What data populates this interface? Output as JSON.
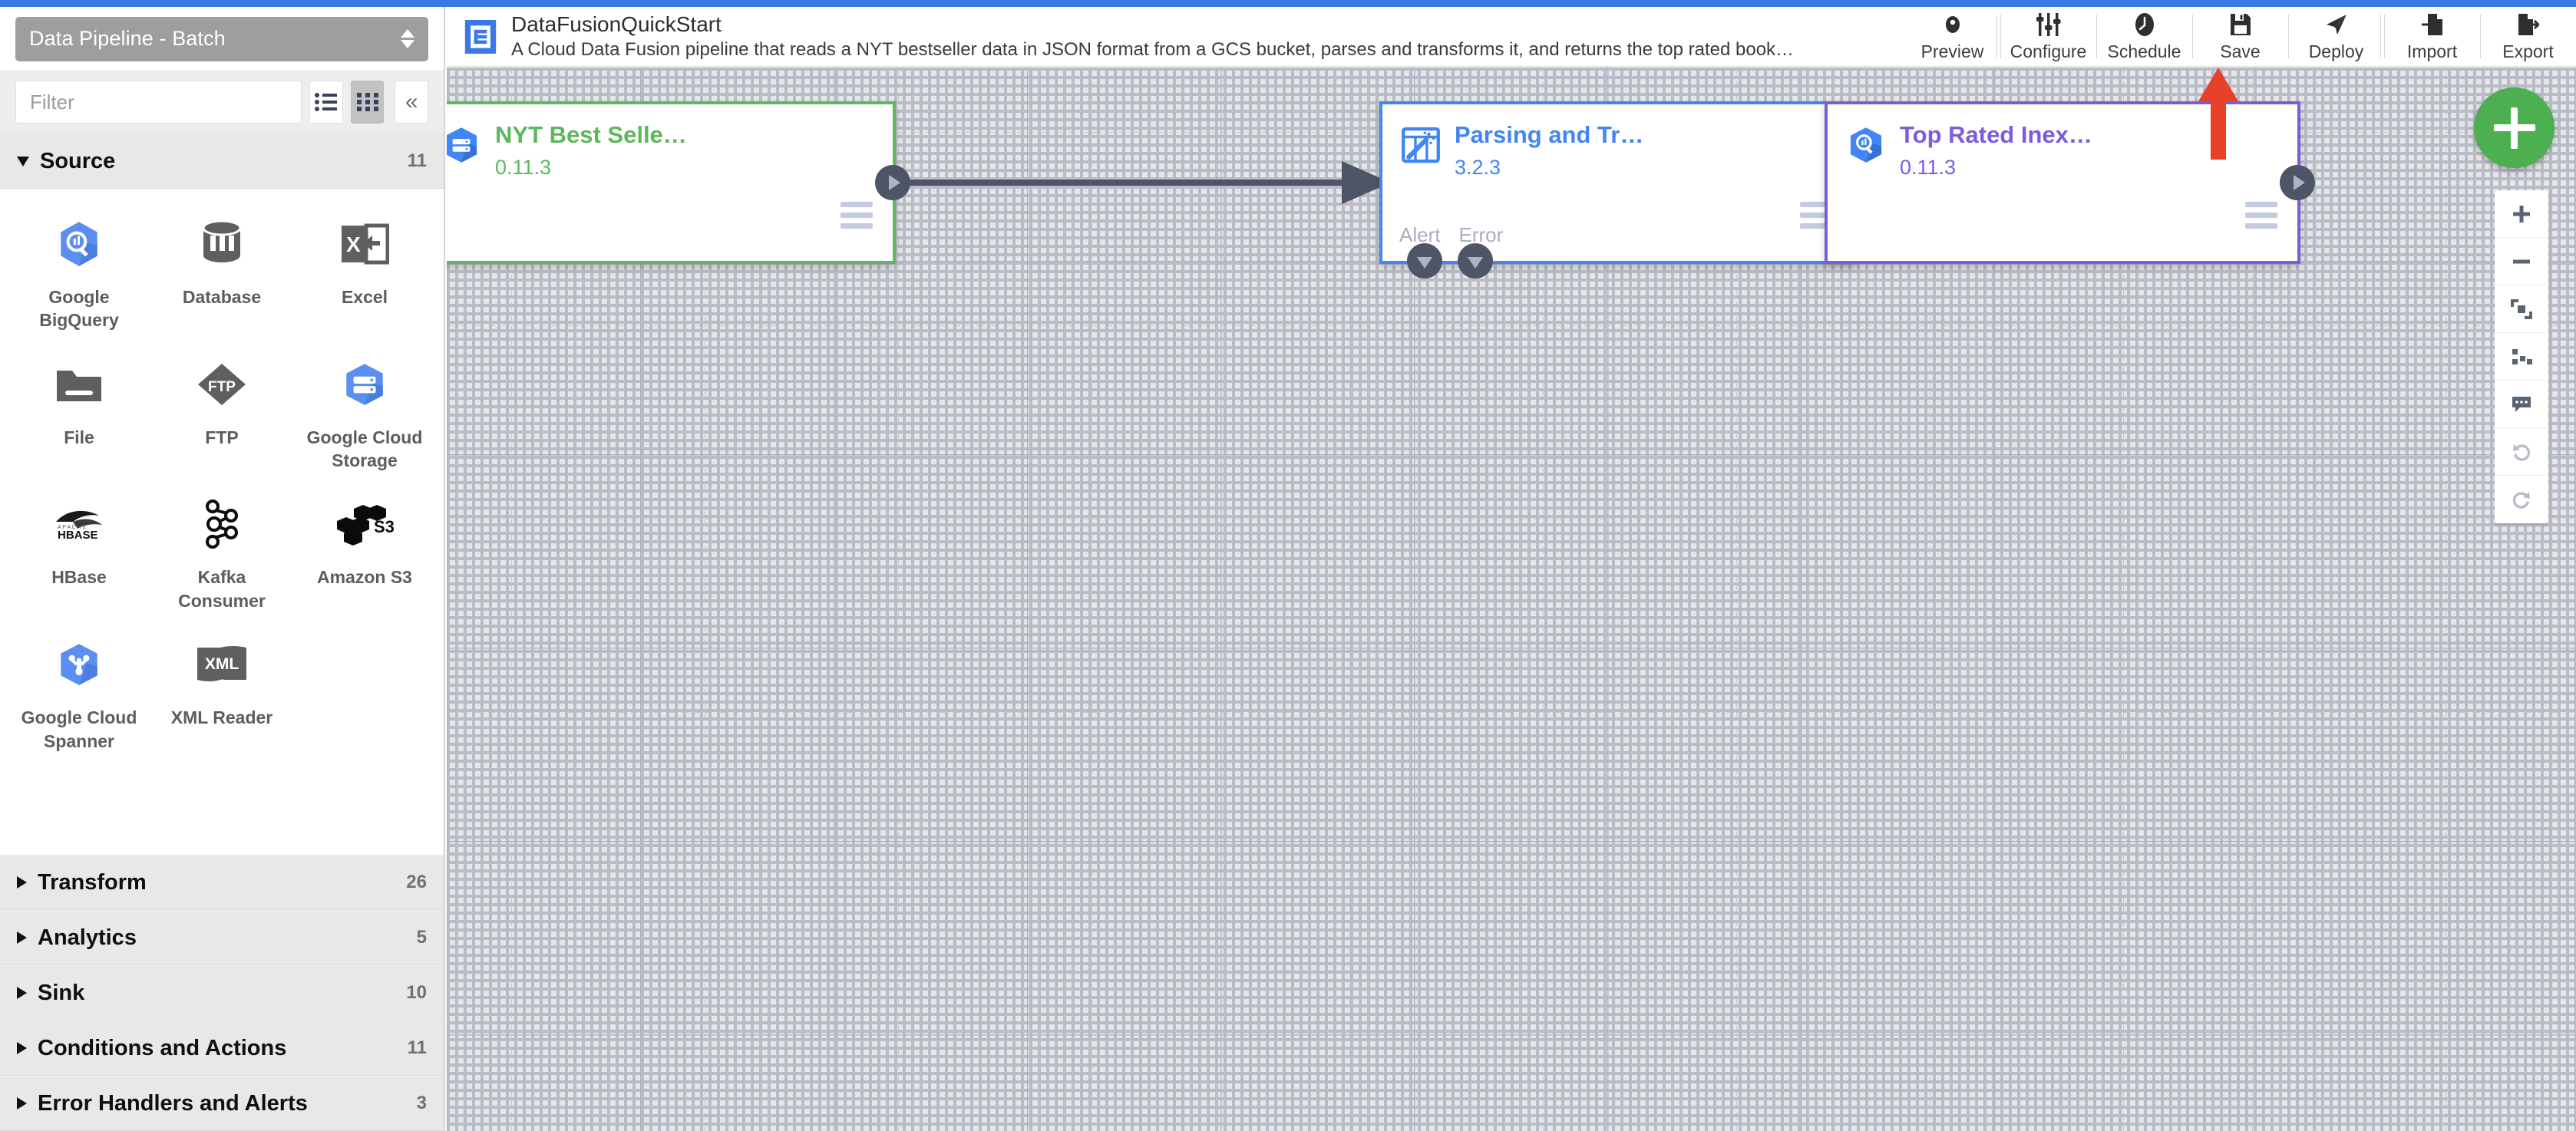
{
  "theme": {
    "accent_blue": "#3b78e7",
    "fab_green": "#4caf50",
    "node_source_green": "#5cb85c",
    "node_transform_blue": "#4285f4",
    "node_sink_purple": "#7c5cde",
    "annotation_red": "#e8412a",
    "canvas_bg": "#e4e6e8"
  },
  "left_panel": {
    "artifact_select": {
      "value": "Data Pipeline - Batch"
    },
    "filter": {
      "placeholder": "Filter",
      "value": ""
    },
    "view_toggle": {
      "list_label": "list-view",
      "grid_label": "grid-view",
      "active": "grid"
    },
    "collapse_label": "«",
    "categories": [
      {
        "name": "Source",
        "count": "11",
        "expanded": true
      },
      {
        "name": "Transform",
        "count": "26",
        "expanded": false
      },
      {
        "name": "Analytics",
        "count": "5",
        "expanded": false
      },
      {
        "name": "Sink",
        "count": "10",
        "expanded": false
      },
      {
        "name": "Conditions and Actions",
        "count": "11",
        "expanded": false
      },
      {
        "name": "Error Handlers and Alerts",
        "count": "3",
        "expanded": false
      }
    ],
    "source_plugins": [
      {
        "name": "Google BigQuery",
        "icon": "google-bigquery-icon"
      },
      {
        "name": "Database",
        "icon": "database-icon"
      },
      {
        "name": "Excel",
        "icon": "excel-icon"
      },
      {
        "name": "File",
        "icon": "file-folder-icon"
      },
      {
        "name": "FTP",
        "icon": "ftp-icon"
      },
      {
        "name": "Google Cloud Storage",
        "icon": "google-cloud-storage-icon"
      },
      {
        "name": "HBase",
        "icon": "hbase-icon"
      },
      {
        "name": "Kafka Consumer",
        "icon": "kafka-icon"
      },
      {
        "name": "Amazon S3",
        "icon": "amazon-s3-icon"
      },
      {
        "name": "Google Cloud Spanner",
        "icon": "google-cloud-spanner-icon"
      },
      {
        "name": "XML Reader",
        "icon": "xml-reader-icon"
      }
    ]
  },
  "header": {
    "logo": "data-fusion-pipeline-icon",
    "pipeline_name": "DataFusionQuickStart",
    "pipeline_description": "A Cloud Data Fusion pipeline that reads a NYT bestseller data in JSON format from a GCS bucket, parses and transforms it, and returns the top rated book…",
    "toolbar": [
      {
        "label": "Preview",
        "icon": "eye-icon"
      },
      {
        "label": "Configure",
        "icon": "sliders-icon"
      },
      {
        "label": "Schedule",
        "icon": "clock-icon"
      },
      {
        "label": "Save",
        "icon": "floppy-disk-icon"
      },
      {
        "label": "Deploy",
        "icon": "paper-plane-icon"
      },
      {
        "label": "Import",
        "icon": "import-arrow-icon"
      },
      {
        "label": "Export",
        "icon": "export-arrow-icon"
      }
    ]
  },
  "annotation": {
    "type": "arrow-up",
    "points_to": "Deploy",
    "color": "#e8412a"
  },
  "canvas": {
    "add_node_button": "add-node-fab",
    "controls": [
      {
        "name": "zoom-in-control",
        "icon": "plus-icon"
      },
      {
        "name": "zoom-out-control",
        "icon": "minus-icon"
      },
      {
        "name": "fit-to-screen-control",
        "icon": "fit-screen-icon"
      },
      {
        "name": "align-nodes-control",
        "icon": "align-nodes-icon"
      },
      {
        "name": "comments-control",
        "icon": "comment-icon"
      },
      {
        "name": "undo-control",
        "icon": "undo-icon"
      },
      {
        "name": "redo-control",
        "icon": "redo-icon"
      }
    ],
    "nodes": [
      {
        "title": "NYT Best Selle…",
        "version": "0.11.3",
        "icon": "google-cloud-storage-icon",
        "accent": "#5cb85c",
        "ports": {
          "out": true,
          "bottom": []
        }
      },
      {
        "title": "Parsing and Tr…",
        "version": "3.2.3",
        "icon": "wrangler-icon",
        "accent": "#4285f4",
        "ports": {
          "out": true,
          "bottom": [
            "Alert",
            "Error"
          ]
        }
      },
      {
        "title": "Top Rated Inex…",
        "version": "0.11.3",
        "icon": "google-bigquery-icon",
        "accent": "#7c5cde",
        "ports": {
          "out": true,
          "bottom": []
        }
      }
    ],
    "connections": [
      {
        "from": "NYT Best Selle…",
        "to": "Parsing and Tr…"
      },
      {
        "from": "Parsing and Tr…",
        "to": "Top Rated Inex…"
      }
    ]
  }
}
